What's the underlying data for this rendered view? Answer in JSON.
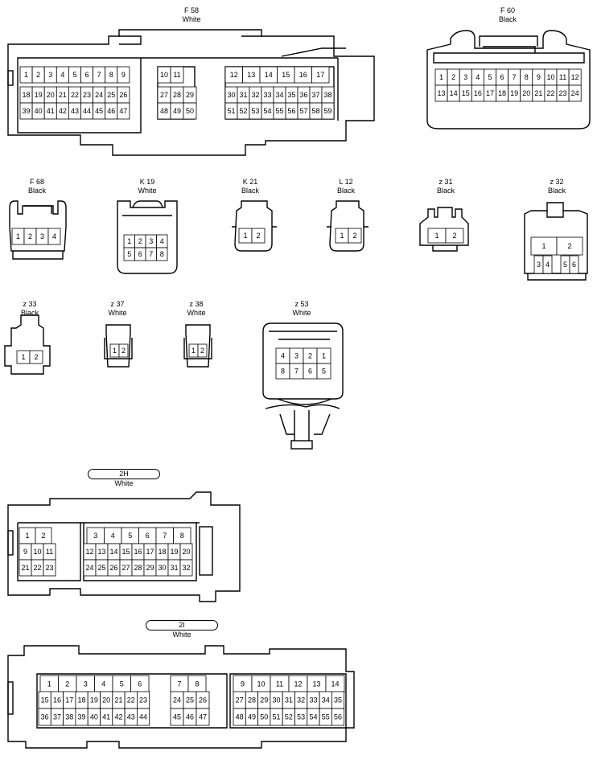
{
  "connectors": [
    {
      "id": "F58",
      "name": "F 58",
      "color": "White",
      "rows": [
        [
          "1",
          "2",
          "3",
          "4",
          "5",
          "6",
          "7",
          "8",
          "9",
          "10",
          "11",
          "12",
          "13",
          "14",
          "15",
          "16",
          "17"
        ],
        [
          "18",
          "19",
          "20",
          "21",
          "22",
          "23",
          "24",
          "25",
          "26",
          "27",
          "28",
          "29",
          "30",
          "31",
          "32",
          "33",
          "34",
          "35",
          "36",
          "37",
          "38"
        ],
        [
          "39",
          "40",
          "41",
          "42",
          "43",
          "44",
          "45",
          "46",
          "47",
          "48",
          "49",
          "50",
          "51",
          "52",
          "53",
          "54",
          "55",
          "56",
          "57",
          "58",
          "59"
        ]
      ]
    },
    {
      "id": "F60",
      "name": "F 60",
      "color": "Black",
      "rows": [
        [
          "1",
          "2",
          "3",
          "4",
          "5",
          "6",
          "7",
          "8",
          "9",
          "10",
          "11",
          "12"
        ],
        [
          "13",
          "14",
          "15",
          "16",
          "17",
          "18",
          "19",
          "20",
          "21",
          "22",
          "23",
          "24"
        ]
      ]
    },
    {
      "id": "F68",
      "name": "F 68",
      "color": "Black",
      "rows": [
        [
          "1",
          "2",
          "3",
          "4"
        ]
      ]
    },
    {
      "id": "K19",
      "name": "K 19",
      "color": "White",
      "rows": [
        [
          "1",
          "2",
          "3",
          "4"
        ],
        [
          "5",
          "6",
          "7",
          "8"
        ]
      ]
    },
    {
      "id": "K21",
      "name": "K 21",
      "color": "Black",
      "rows": [
        [
          "1",
          "2"
        ]
      ]
    },
    {
      "id": "L12",
      "name": "L 12",
      "color": "Black",
      "rows": [
        [
          "1",
          "2"
        ]
      ]
    },
    {
      "id": "z31",
      "name": "z 31",
      "color": "Black",
      "rows": [
        [
          "1",
          "2"
        ]
      ]
    },
    {
      "id": "z32",
      "name": "z 32",
      "color": "Black",
      "rows": [
        [
          "1",
          "2"
        ],
        [
          "3",
          "4",
          "5",
          "6"
        ]
      ]
    },
    {
      "id": "z33",
      "name": "z 33",
      "color": "Black",
      "rows": [
        [
          "1",
          "2"
        ]
      ]
    },
    {
      "id": "z37",
      "name": "z 37",
      "color": "White",
      "rows": [
        [
          "1",
          "2"
        ]
      ]
    },
    {
      "id": "z38",
      "name": "z 38",
      "color": "White",
      "rows": [
        [
          "1",
          "2"
        ]
      ]
    },
    {
      "id": "z53",
      "name": "z 53",
      "color": "White",
      "rows": [
        [
          "4",
          "3",
          "2",
          "1"
        ],
        [
          "8",
          "7",
          "6",
          "5"
        ]
      ]
    },
    {
      "id": "2H",
      "name": "2H",
      "color": "White",
      "rows": [
        [
          "1",
          "2",
          "3",
          "4",
          "5",
          "6",
          "7",
          "8"
        ],
        [
          "9",
          "10",
          "11",
          "12",
          "13",
          "14",
          "15",
          "16",
          "17",
          "18",
          "19",
          "20"
        ],
        [
          "21",
          "22",
          "23",
          "24",
          "25",
          "26",
          "27",
          "28",
          "29",
          "30",
          "31",
          "32"
        ]
      ]
    },
    {
      "id": "2I",
      "name": "2I",
      "color": "White",
      "rows": [
        [
          "1",
          "2",
          "3",
          "4",
          "5",
          "6",
          "7",
          "8",
          "9",
          "10",
          "11",
          "12",
          "13",
          "14"
        ],
        [
          "15",
          "16",
          "17",
          "18",
          "19",
          "20",
          "21",
          "22",
          "23",
          "24",
          "25",
          "26",
          "27",
          "28",
          "29",
          "30",
          "31",
          "32",
          "33",
          "34",
          "35"
        ],
        [
          "36",
          "37",
          "38",
          "39",
          "40",
          "41",
          "42",
          "43",
          "44",
          "45",
          "46",
          "47",
          "48",
          "49",
          "50",
          "51",
          "52",
          "53",
          "54",
          "55",
          "56"
        ]
      ]
    }
  ]
}
